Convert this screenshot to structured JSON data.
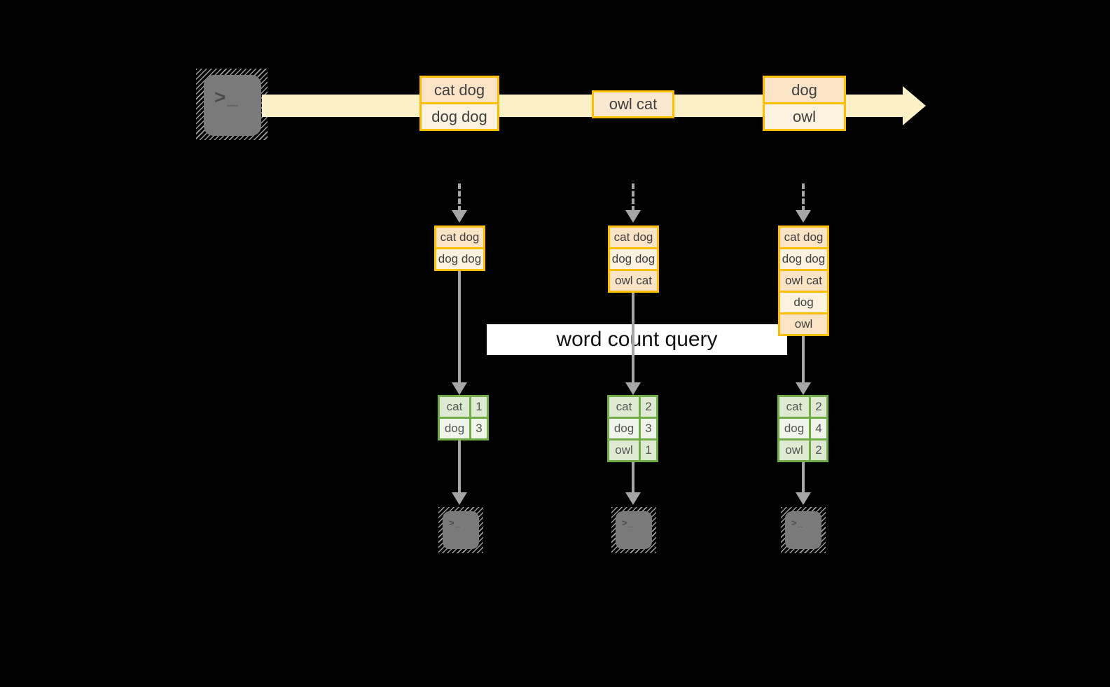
{
  "colors": {
    "gold": "#FFBF00",
    "peach": "#FBE3C6",
    "peachSoft": "#FBE8D1",
    "cream": "#FDF1DF",
    "band": "#FBF0C7",
    "green": "#70AD47",
    "greenDark": "#DFEAD2",
    "greenLight": "#EFF5EA",
    "gray": "#A6A6A6",
    "termBody": "#7A7A7A",
    "termGlyph": "#4C4C4C",
    "hatch": "#A0A0A0",
    "labelText": "#3F3F3F",
    "tableText": "#555555",
    "titleText": "#111111"
  },
  "query": {
    "label": "word count query"
  },
  "terminal": {
    "prompt": ">_"
  },
  "stream": {
    "events": [
      {
        "lines": [
          "cat dog",
          "dog dog"
        ]
      },
      {
        "lines": [
          "owl cat"
        ]
      },
      {
        "lines": [
          "dog",
          "owl"
        ]
      }
    ]
  },
  "columns": [
    {
      "state": [
        "cat dog",
        "dog dog"
      ],
      "counts": [
        [
          "cat",
          "1"
        ],
        [
          "dog",
          "3"
        ]
      ]
    },
    {
      "state": [
        "cat dog",
        "dog dog",
        "owl cat"
      ],
      "counts": [
        [
          "cat",
          "2"
        ],
        [
          "dog",
          "3"
        ],
        [
          "owl",
          "1"
        ]
      ]
    },
    {
      "state": [
        "cat dog",
        "dog dog",
        "owl cat",
        "dog",
        "owl"
      ],
      "counts": [
        [
          "cat",
          "2"
        ],
        [
          "dog",
          "4"
        ],
        [
          "owl",
          "2"
        ]
      ]
    }
  ]
}
